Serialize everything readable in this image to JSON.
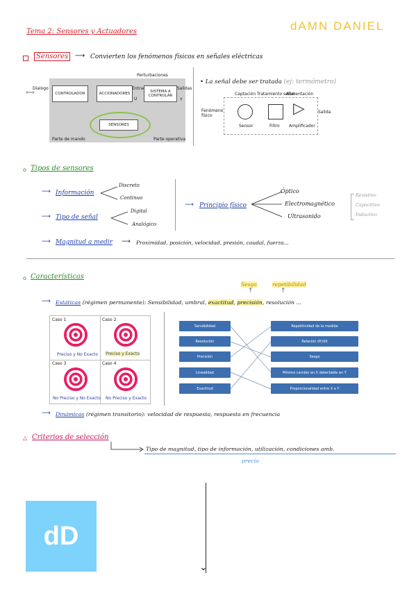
{
  "title": "Tema 2: Sensores y Actuadores",
  "brand": "dAMN DANIEL",
  "logo_text": "dD",
  "sensores": {
    "label": "Sensores",
    "text": "Convierten los fenómenos físicos en señales eléctricas",
    "signal_note": "La señal debe ser tratada",
    "signal_example": "(ej: termómetro)"
  },
  "block_diagram": {
    "dialogo": "Dialogo",
    "controlador": "CONTROLADOR",
    "accionadores": "ACCIONADORES",
    "perturbaciones": "Perturbaciones",
    "entradas": "Entradas",
    "u": "U",
    "sistema": "SISTEMA A CONTROLAR",
    "salidas": "Salidas",
    "y": "Y",
    "sensores": "SENSORES",
    "parte_mando": "Parte de mando",
    "parte_operativa": "Parte operativa"
  },
  "chain": {
    "captacion": "Captación",
    "tratamiento": "Tratamiento señal",
    "alimentacion": "Alimentación",
    "fenomeno": "Fenómeno físico",
    "sensor": "Sensor",
    "filtro": "Filtro",
    "amplificador": "Amplificador",
    "salida": "Salida"
  },
  "tipos": {
    "heading": "Tipos de sensores",
    "informacion": "Información",
    "info_items": [
      "Discreto",
      "Continuo"
    ],
    "tipo_senal": "Tipo de señal",
    "senal_items": [
      "Digital",
      "Analógico"
    ],
    "principio": "Principio físico",
    "principio_items": [
      "Óptico",
      "Electromagnético",
      "Ultrasonido"
    ],
    "electro_items": [
      "Resistivo",
      "Capacitivo",
      "Inductivo"
    ],
    "magnitud": "Magnitud a medir",
    "magnitud_items": "Proximidad, posición, velocidad, presión, caudal, fuerza..."
  },
  "caracteristicas": {
    "heading": "Características",
    "sesgo": "Sesgo",
    "repetibilidad": "repetibilidad",
    "estaticas": "Estáticas",
    "estaticas_rest": "(régimen permanente): Sensibilidad, umbral,",
    "exactitud": "exactitud",
    "precision": "precisión",
    "resolucion": ", resolución ...",
    "casos": [
      {
        "title": "Caso 1",
        "caption": "Preciso y No Exacto"
      },
      {
        "title": "Caso 2",
        "caption": "Preciso y Exacto"
      },
      {
        "title": "Caso 3",
        "caption": "No Preciso y No Exacto"
      },
      {
        "title": "Caso 4",
        "caption": "No Preciso y Exacto"
      }
    ],
    "left_boxes": [
      "Sensibilidad",
      "Resolución",
      "Precisión",
      "Linealidad",
      "Exactitud"
    ],
    "right_boxes": [
      "Repetitividad de la medida",
      "Relación dY/dX",
      "Sesgo",
      "Mínimo cambio en X detectable en Y",
      "Proporcionalidad entre X e Y"
    ],
    "dinamicas": "Dinámicas",
    "dinamicas_rest": "(régimen transitorio): velocidad de respuesta, respuesta en frecuencia"
  },
  "criterios": {
    "heading": "Criterios de selección",
    "text": "Tipo de magnitud, tipo de información, utilización, condiciones amb.",
    "text2": "precio"
  }
}
